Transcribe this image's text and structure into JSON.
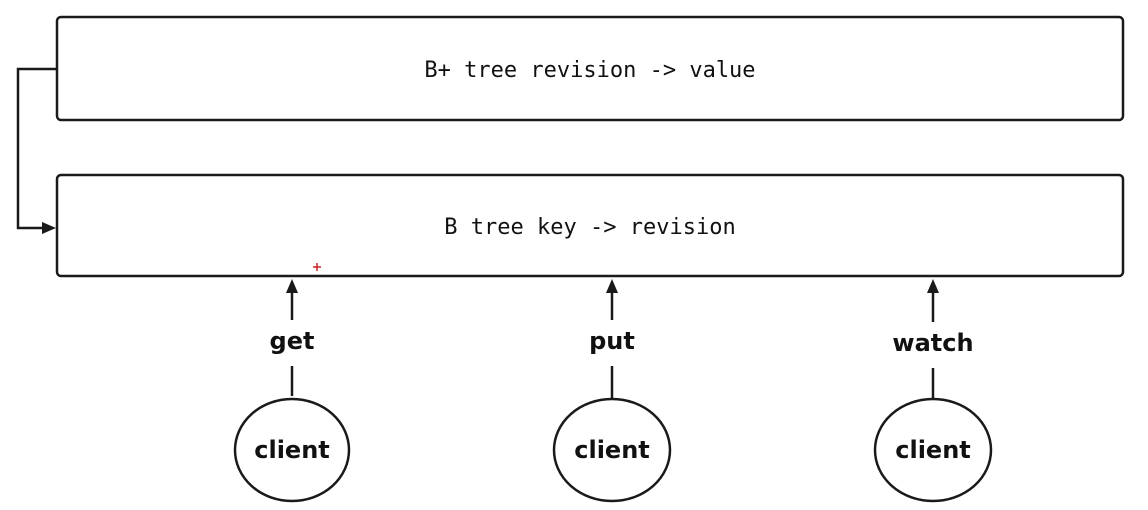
{
  "diagram": {
    "top_box": {
      "label": "B+ tree revision -> value"
    },
    "bottom_box": {
      "label": "B tree key -> revision"
    },
    "flows": [
      {
        "operation": "get",
        "source": "client"
      },
      {
        "operation": "put",
        "source": "client"
      },
      {
        "operation": "watch",
        "source": "client"
      }
    ]
  }
}
